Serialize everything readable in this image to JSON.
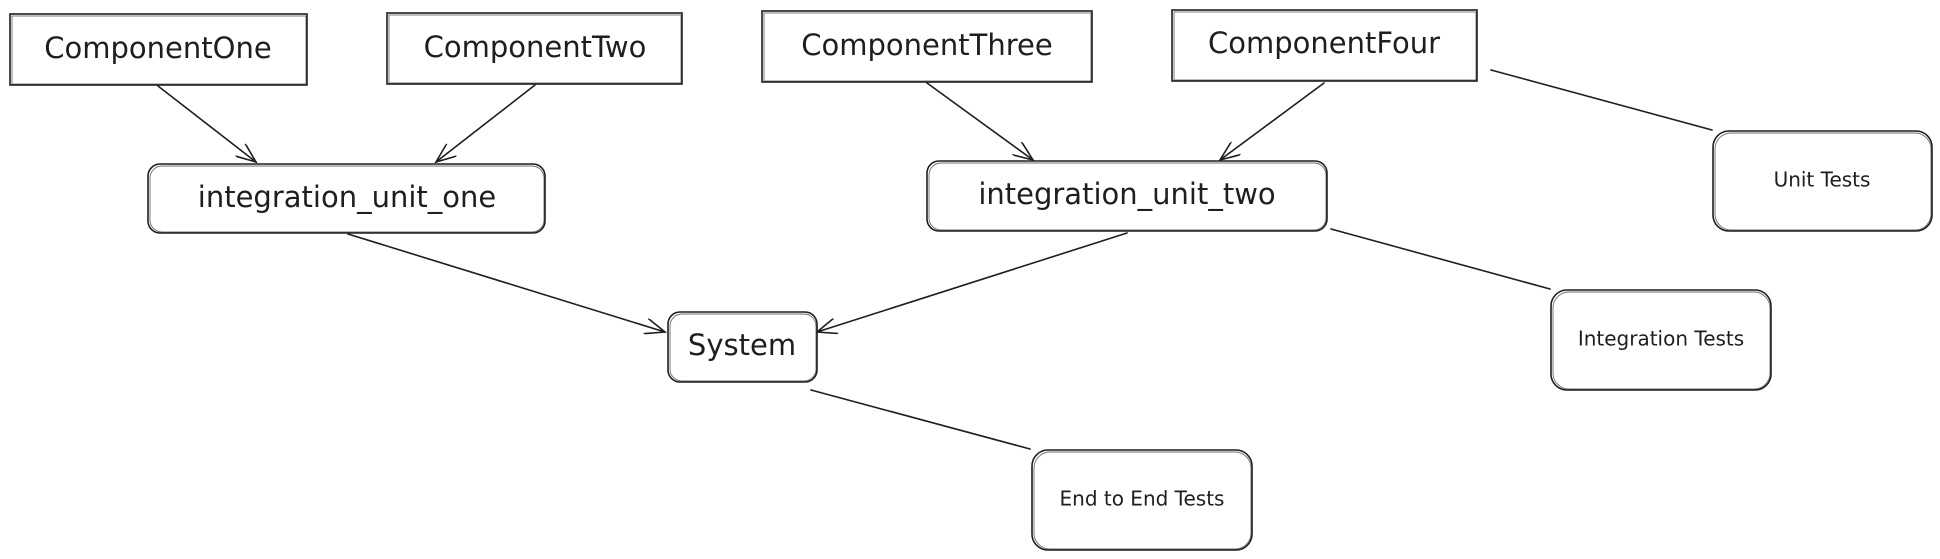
{
  "diagram": {
    "nodes": {
      "component_one": "ComponentOne",
      "component_two": "ComponentTwo",
      "component_three": "ComponentThree",
      "component_four": "ComponentFour",
      "integration_unit_one": "integration_unit_one",
      "integration_unit_two": "integration_unit_two",
      "system": "System",
      "unit_tests": "Unit Tests",
      "integration_tests": "Integration Tests",
      "end_to_end_tests": "End to End Tests"
    },
    "edges": [
      {
        "from": "component_one",
        "to": "integration_unit_one",
        "style": "arrow"
      },
      {
        "from": "component_two",
        "to": "integration_unit_one",
        "style": "arrow"
      },
      {
        "from": "component_three",
        "to": "integration_unit_two",
        "style": "arrow"
      },
      {
        "from": "component_four",
        "to": "integration_unit_two",
        "style": "arrow"
      },
      {
        "from": "integration_unit_one",
        "to": "system",
        "style": "arrow"
      },
      {
        "from": "integration_unit_two",
        "to": "system",
        "style": "arrow"
      },
      {
        "from": "component_four",
        "to": "unit_tests",
        "style": "line"
      },
      {
        "from": "integration_unit_two",
        "to": "integration_tests",
        "style": "line"
      },
      {
        "from": "system",
        "to": "end_to_end_tests",
        "style": "line"
      }
    ],
    "colors": {
      "stroke": "#1e1e1e",
      "background": "#ffffff"
    }
  }
}
